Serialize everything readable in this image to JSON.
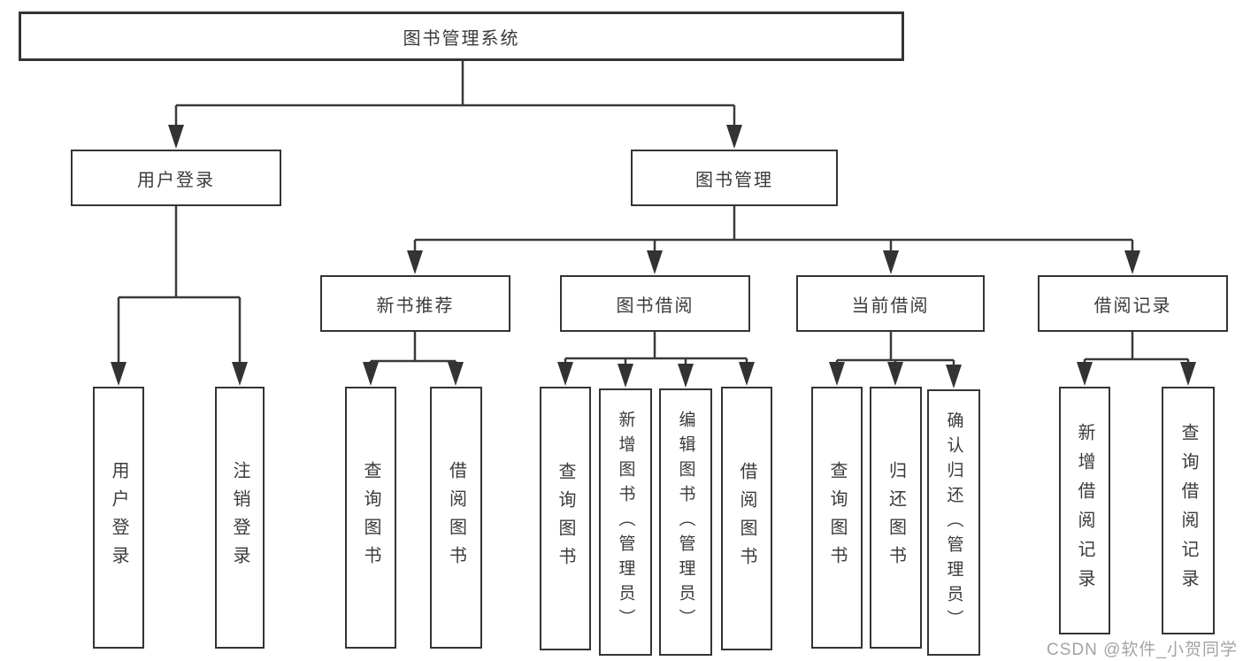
{
  "diagram": {
    "root": {
      "label": "图书管理系统"
    },
    "level1": [
      {
        "label": "用户登录",
        "children": [
          {
            "label": "用户登录"
          },
          {
            "label": "注销登录"
          }
        ]
      },
      {
        "label": "图书管理",
        "children": [
          {
            "label": "新书推荐",
            "children": [
              {
                "label": "查询图书"
              },
              {
                "label": "借阅图书"
              }
            ]
          },
          {
            "label": "图书借阅",
            "children": [
              {
                "label": "查询图书"
              },
              {
                "label": "新增图书（管理员）"
              },
              {
                "label": "编辑图书（管理员）"
              },
              {
                "label": "借阅图书"
              }
            ]
          },
          {
            "label": "当前借阅",
            "children": [
              {
                "label": "查询图书"
              },
              {
                "label": "归还图书"
              },
              {
                "label": "确认归还（管理员）"
              }
            ]
          },
          {
            "label": "借阅记录",
            "children": [
              {
                "label": "新增借阅记录"
              },
              {
                "label": "查询借阅记录"
              }
            ]
          }
        ]
      }
    ]
  },
  "watermark": {
    "text": "CSDN @软件_小贺同学"
  },
  "colors": {
    "border": "#343434",
    "line": "#3a3a3a",
    "text": "#3b3b3b",
    "watermark": "#9e9e9e",
    "background": "#ffffff"
  }
}
